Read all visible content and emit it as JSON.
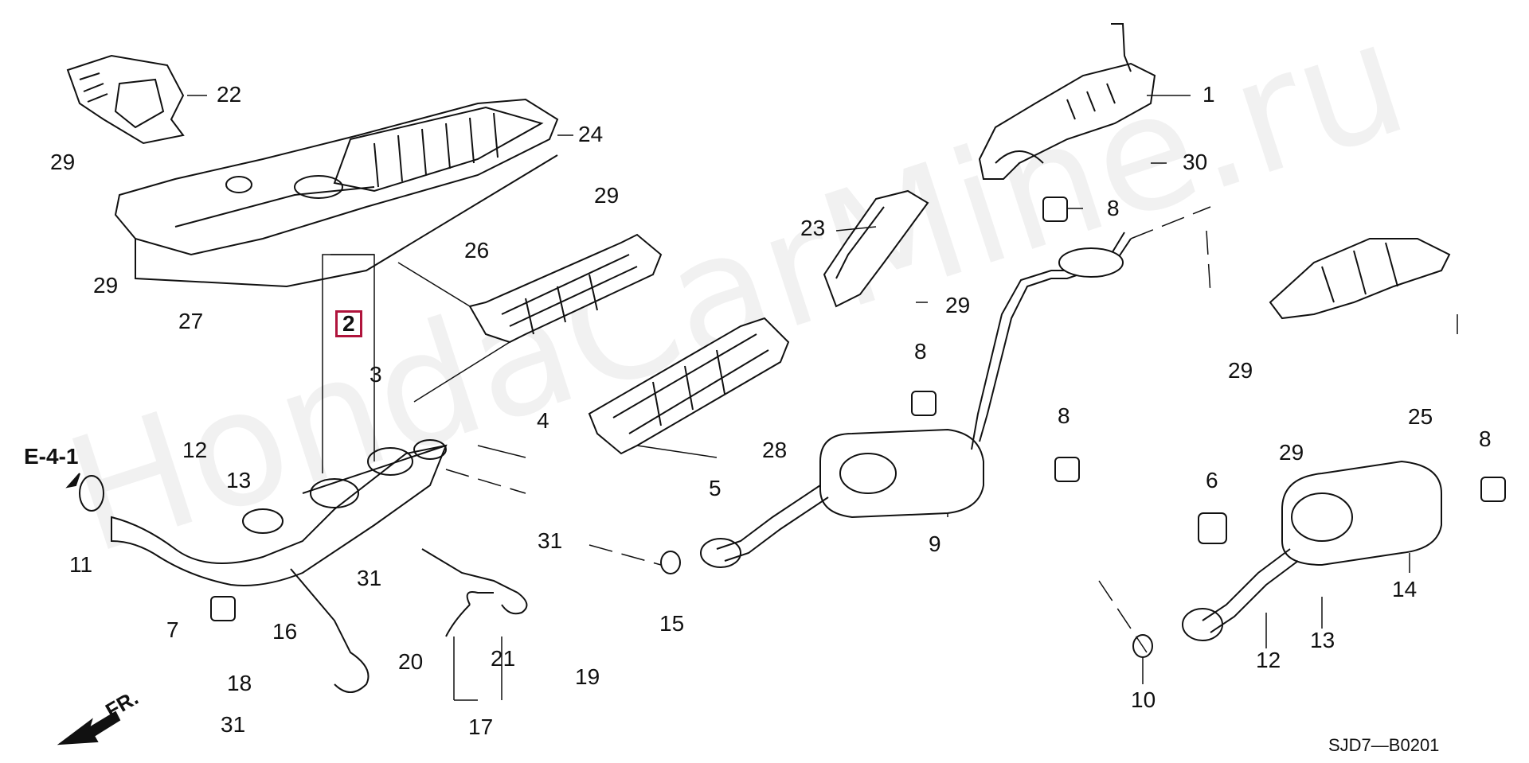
{
  "watermark": "HondaCarMine.ru",
  "reference": "E-4-1",
  "direction": "FR.",
  "code": "SJD7—B0201",
  "highlight_color": "#b0143c",
  "labels": {
    "p1": "1",
    "p2": "2",
    "p3": "3",
    "p4": "4",
    "p5": "5",
    "p6": "6",
    "p7": "7",
    "p8a": "8",
    "p8b": "8",
    "p8c": "8",
    "p8d": "8",
    "p9": "9",
    "p10": "10",
    "p11": "11",
    "p12a": "12",
    "p12b": "12",
    "p13a": "13",
    "p13b": "13",
    "p14": "14",
    "p15": "15",
    "p16": "16",
    "p17": "17",
    "p18": "18",
    "p19": "19",
    "p20": "20",
    "p21": "21",
    "p22": "22",
    "p23": "23",
    "p24": "24",
    "p25": "25",
    "p26": "26",
    "p27": "27",
    "p28": "28",
    "p29a": "29",
    "p29b": "29",
    "p29c": "29",
    "p29d": "29",
    "p29e": "29",
    "p29f": "29",
    "p30": "30",
    "p31a": "31",
    "p31b": "31",
    "p31c": "31"
  }
}
